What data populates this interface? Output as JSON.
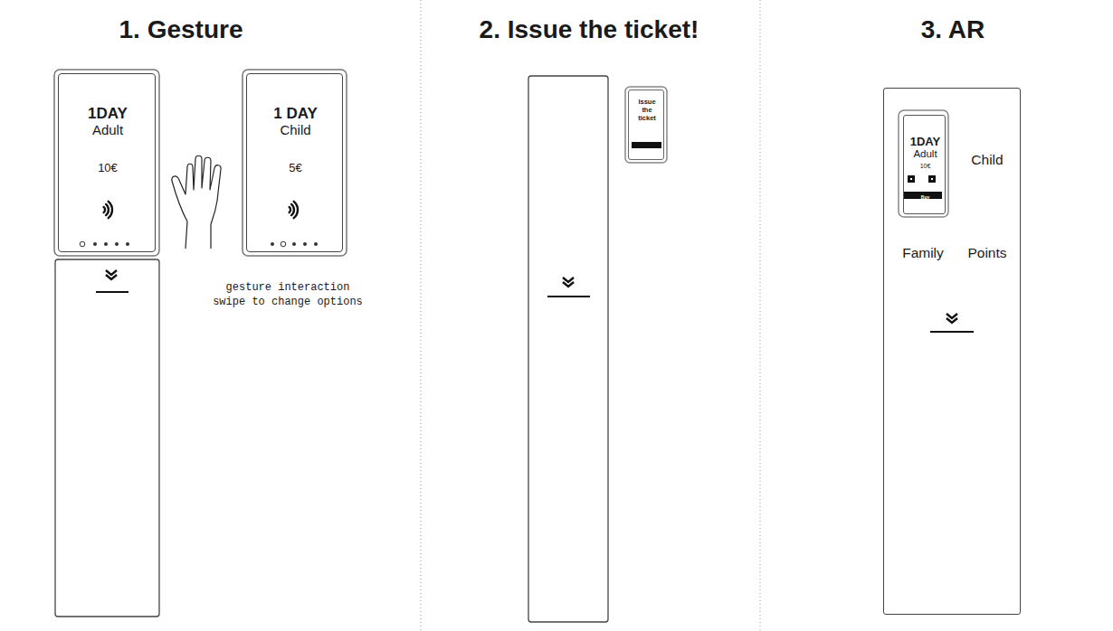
{
  "diagram": {
    "nodes": [
      {
        "text": [
          "1DAY",
          "Adult",
          "10€"
        ]
      },
      {
        "text": [
          "1 DAY",
          "Child",
          "5€"
        ]
      },
      {
        "text": [
          "Issue the ticket"
        ]
      },
      {
        "text": [
          "Child",
          "Family",
          "Points"
        ]
      },
      {
        "text": [
          "1DAY",
          "Adult",
          "10€",
          "Buy"
        ],
        "in": 3
      }
    ],
    "labels": [
      "1. Gesture",
      "2. Issue the ticket!",
      "3. AR",
      "gesture interaction swipe to change options"
    ]
  }
}
